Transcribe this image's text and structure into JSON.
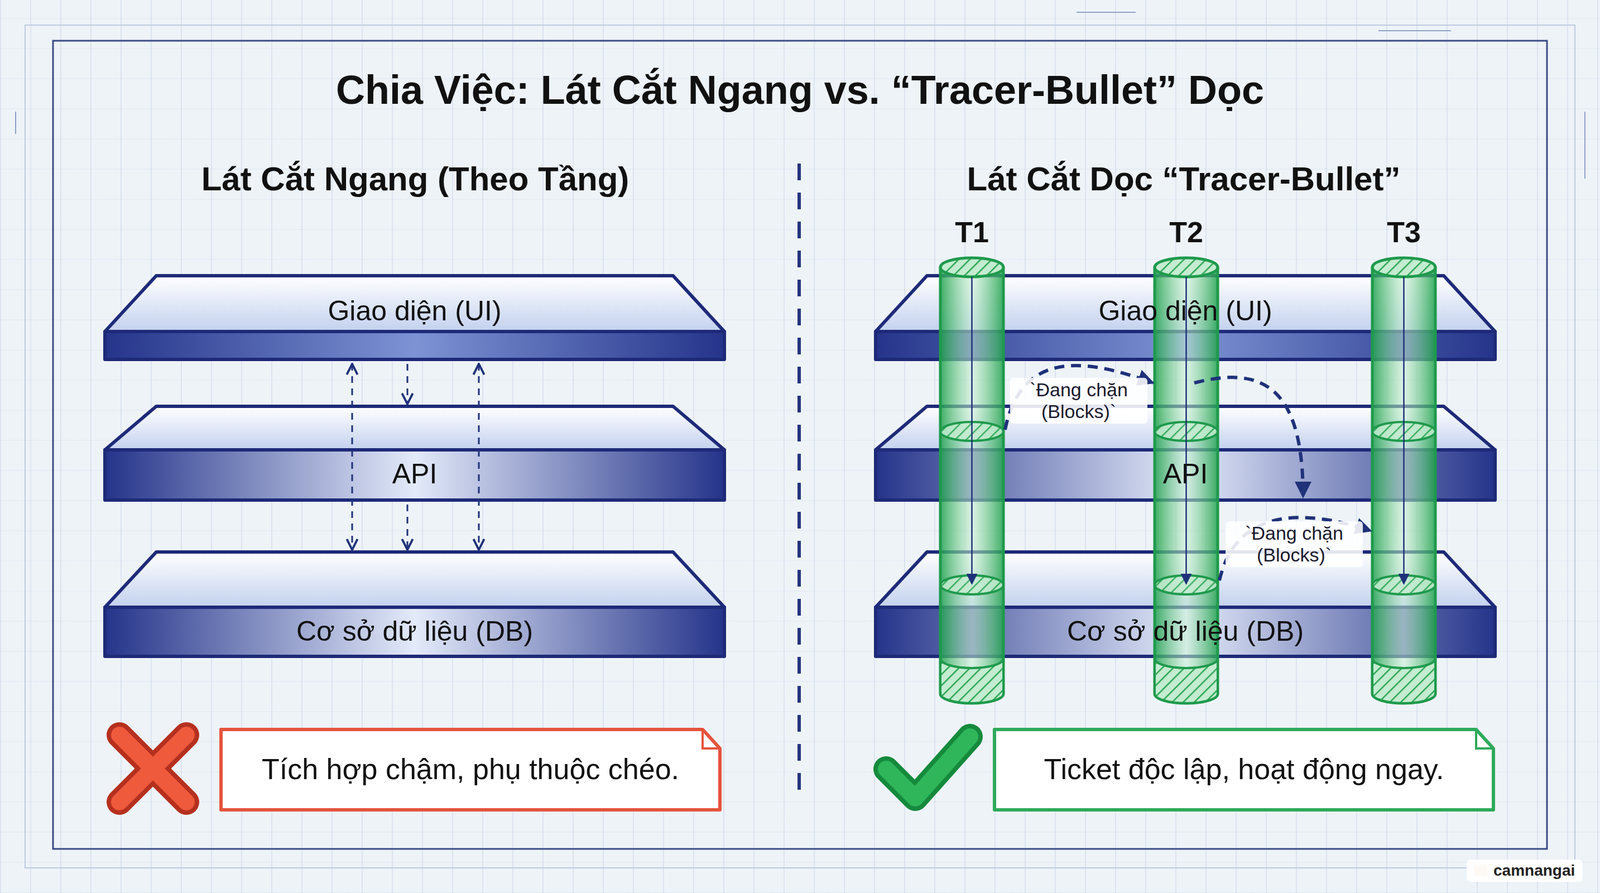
{
  "diagram": {
    "title": "Chia Việc: Lát Cắt Ngang vs. “Tracer-Bullet” Dọc",
    "nodes": [
      {
        "text": [
          "Giao diện (UI)"
        ]
      },
      {
        "text": [
          "API"
        ]
      },
      {
        "text": [
          "Cơ sở dữ liệu (DB)"
        ]
      },
      {
        "text": [
          "Tích hợp chậm, phụ thuộc chéo."
        ]
      },
      {
        "text": [
          "T1"
        ]
      },
      {
        "text": [
          "T2"
        ]
      },
      {
        "text": [
          "T3"
        ]
      },
      {
        "text": [
          "Giao diện (UI)"
        ]
      },
      {
        "text": [
          "API"
        ]
      },
      {
        "text": [
          "Cơ sở dữ liệu (DB)"
        ]
      },
      {
        "text": [
          "Ticket độc lập, hoạt động ngay."
        ]
      }
    ],
    "edges": [
      {
        "from": 0,
        "to": 2,
        "arrow": "both"
      },
      {
        "from": 0,
        "to": 1,
        "arrow": "to"
      },
      {
        "from": 1,
        "to": 2,
        "arrow": "to"
      },
      {
        "from": 0,
        "to": 2,
        "arrow": "both"
      },
      {
        "from": 4,
        "to": 5,
        "label": "`Đang chặn (Blocks)`",
        "arrow": "to"
      },
      {
        "from": 5,
        "to": 6,
        "label": "`Đang chặn (Blocks)`",
        "arrow": "to"
      }
    ],
    "labels": [
      "Lát Cắt Ngang (Theo Tầng)",
      "Lát Cắt Dọc “Tracer-Bullet”",
      "camnangai"
    ]
  }
}
